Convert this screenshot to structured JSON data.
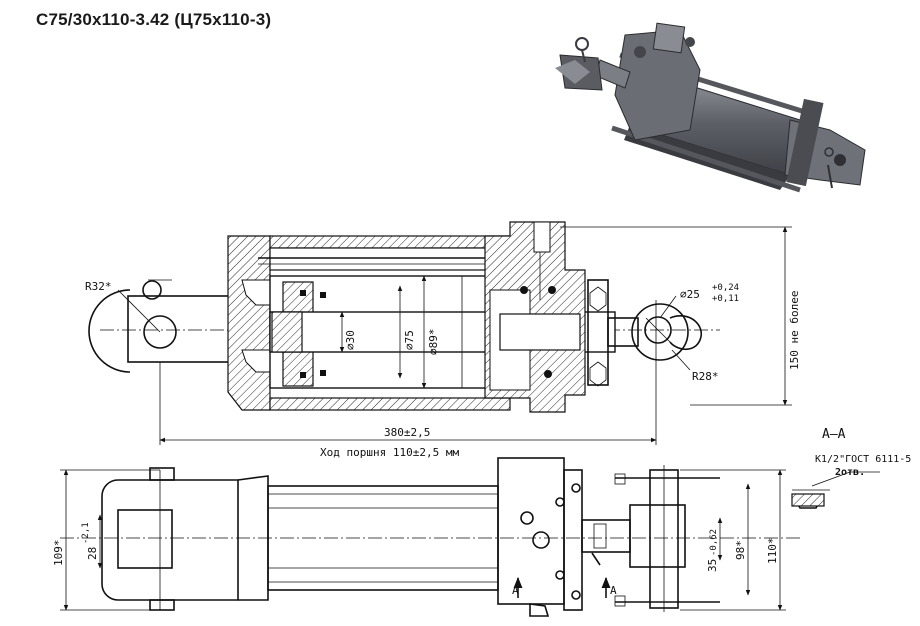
{
  "title": "С75/30х110-3.42 (Ц75х110-3)",
  "labels": {
    "r32": "R32*",
    "r28": "R28*",
    "d25": "⌀25",
    "d25_tol_up": "+0,24",
    "d25_tol_dn": "+0,11",
    "d30": "⌀30",
    "d75": "⌀75",
    "d89": "⌀89*",
    "len380": "380±2,5",
    "stroke": "Ход поршня 110±2,5 мм",
    "height150": "150 не более",
    "w109": "109*",
    "w28": "28",
    "w28_tol": "-2,1",
    "w35": "35",
    "w35_tol": "-0,62",
    "w98": "98*",
    "w110": "110*",
    "section_title": "А–А",
    "thread": "К1/2\"ГОСТ 6111-5",
    "two_holes": "2отв.",
    "sec_a1": "А",
    "sec_a2": "А"
  }
}
